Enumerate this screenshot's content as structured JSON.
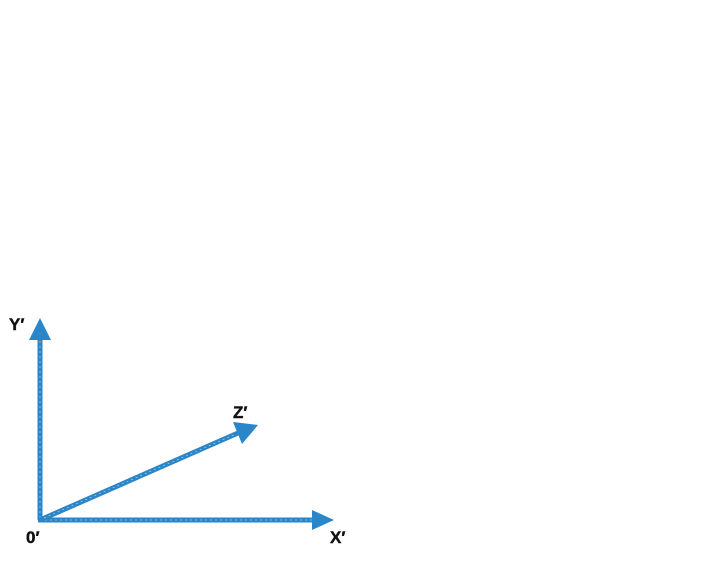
{
  "axes": {
    "origin_label": "0′",
    "x_label": "X′",
    "y_label": "Y′",
    "z_label": "Z′"
  },
  "colors": {
    "axis": "#2a86c8",
    "label": "#111111",
    "background": "#ffffff"
  }
}
